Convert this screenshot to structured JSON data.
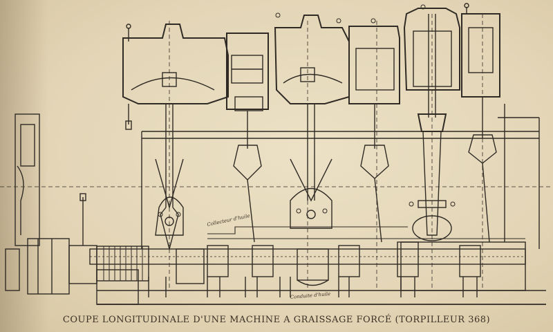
{
  "figure": {
    "caption": "COUPE LONGITUDINALE D'UNE MACHINE A GRAISSAGE FORCÉ (TORPILLEUR 368)",
    "annotations": {
      "oil_collector": "Collecteur d'huile",
      "oil_pipe": "Conduite d'huile"
    },
    "line_color": "#2f2a24",
    "paper_color": "#e6d9bc"
  }
}
